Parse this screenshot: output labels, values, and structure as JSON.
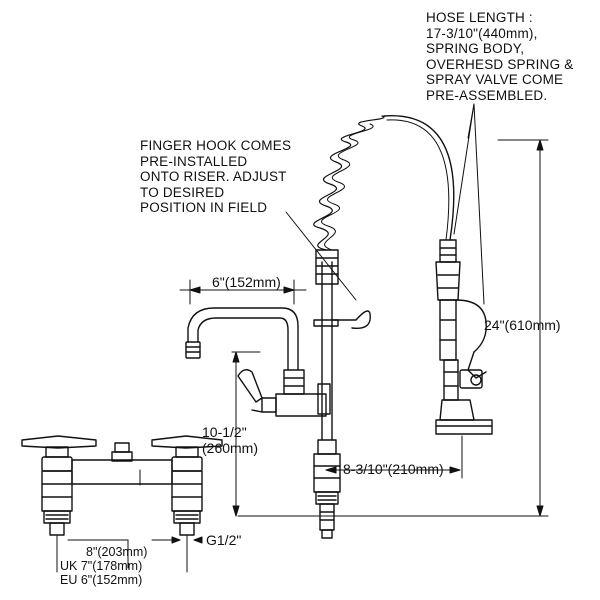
{
  "callouts": {
    "hose_length": "HOSE LENGTH :\n17-3/10\"(440mm),\nSPRING BODY,\nOVERHESD SPRING &\nSPRAY VALVE COME\nPRE-ASSEMBLED.",
    "finger_hook": "FINGER HOOK COMES\nPRE-INSTALLED\nONTO RISER. ADJUST\nTO DESIRED\nPOSITION IN FIELD"
  },
  "dimensions": {
    "spout_reach": "6\"(152mm)",
    "overall_height": "24\"(610mm)",
    "spout_height": "10-1/2\"\n(260mm)",
    "spray_offset": "8-3/10\"(210mm)",
    "inlet_thread": "G1/2\"",
    "centers_us": "8\"(203mm)",
    "centers_uk": "UK 7\"(178mm)",
    "centers_eu": "EU 6\"(152mm)"
  },
  "colors": {
    "line": "#111111",
    "background": "#ffffff"
  }
}
